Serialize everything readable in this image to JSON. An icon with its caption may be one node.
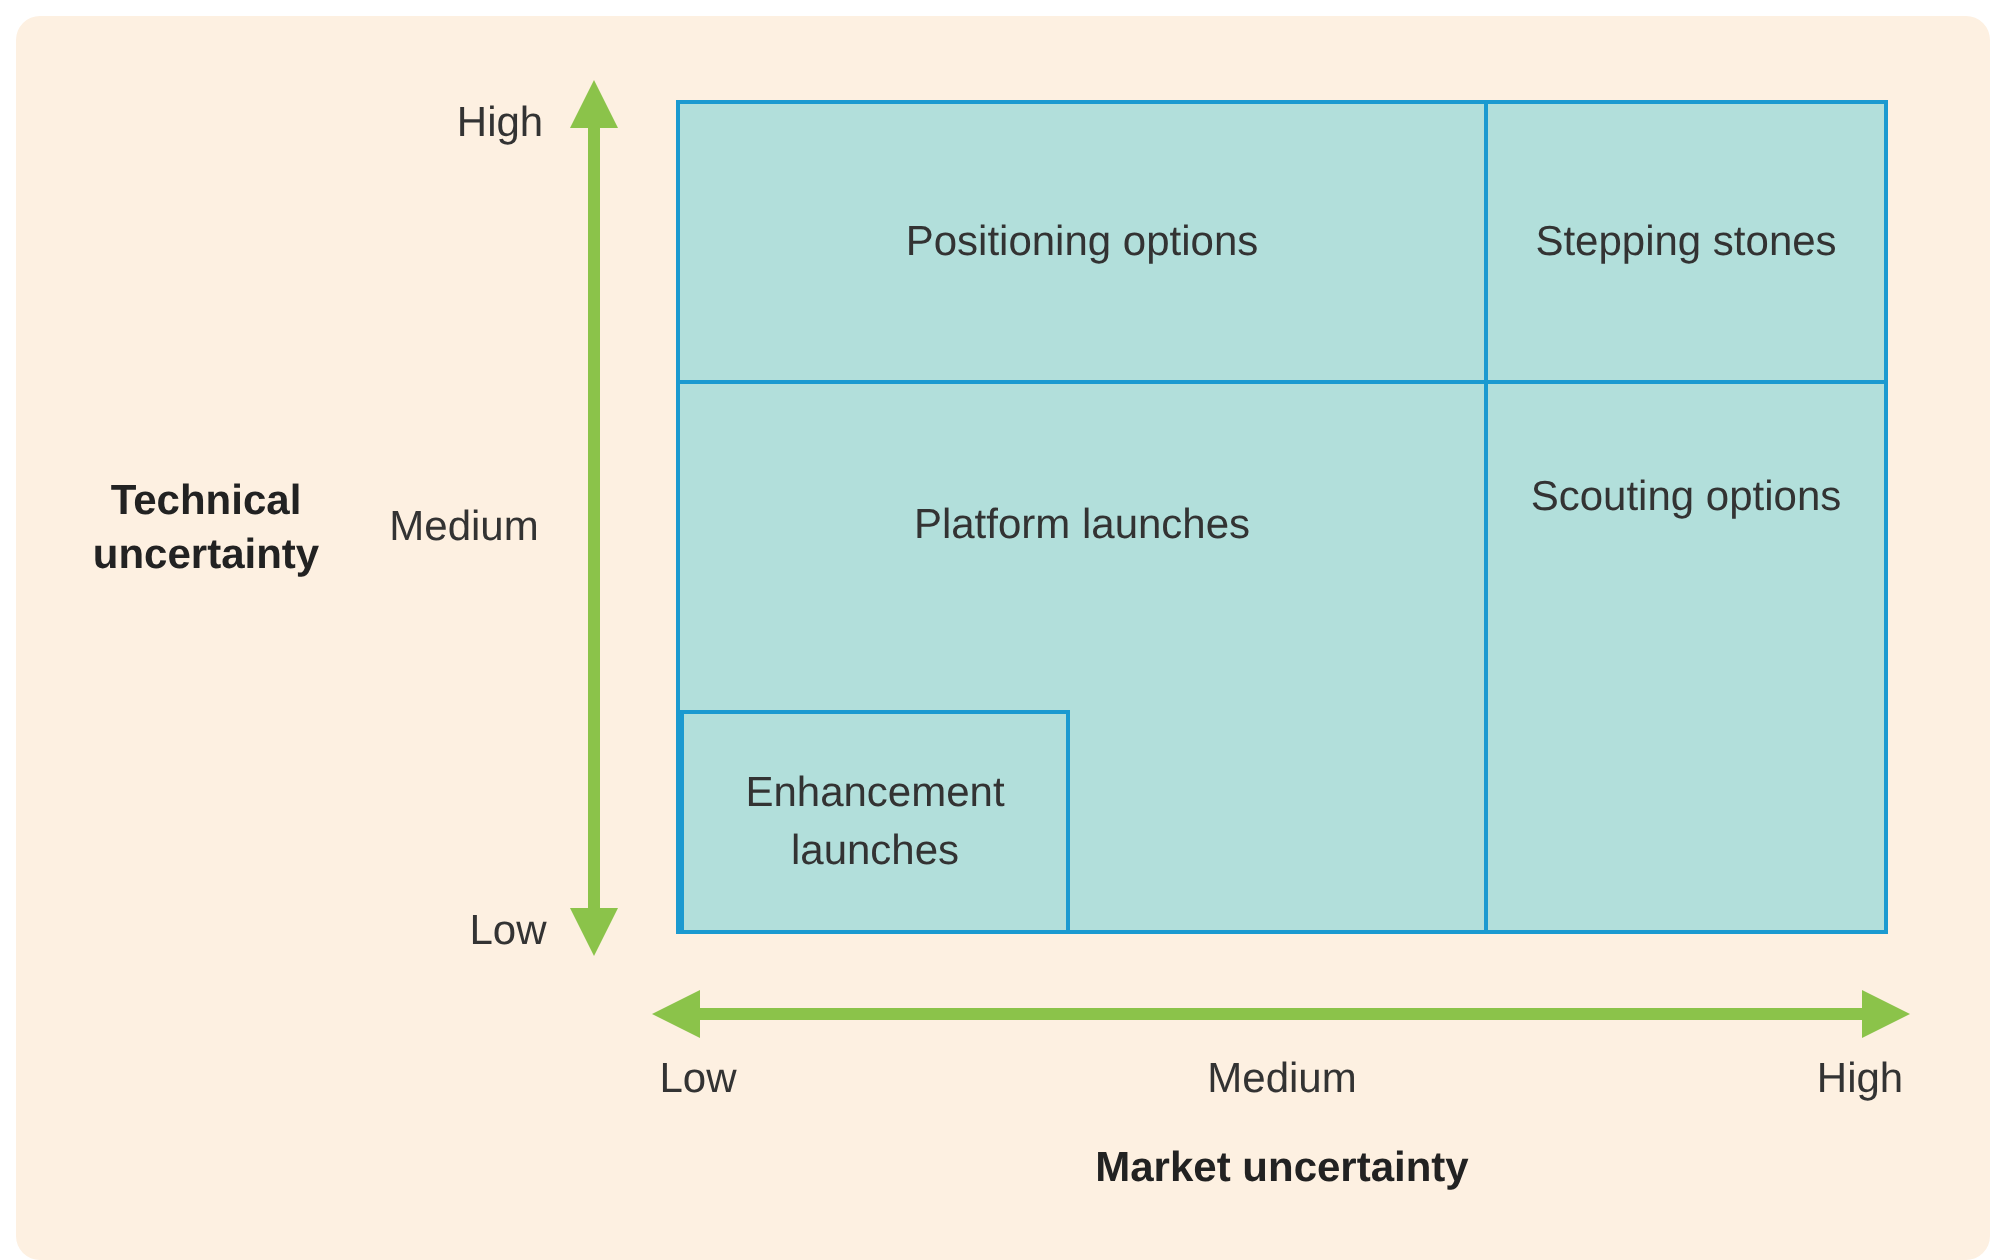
{
  "diagram": {
    "nodes": [
      {
        "text": [
          "Positioning options"
        ]
      },
      {
        "text": [
          "Stepping stones"
        ]
      },
      {
        "text": [
          "Platform launches"
        ]
      },
      {
        "text": [
          "Enhancement launches"
        ],
        "in": 2
      },
      {
        "text": [
          "Scouting options"
        ]
      }
    ],
    "edges": [],
    "labels": [
      "High",
      "Technical uncertainty",
      "Medium",
      "Low",
      "Low",
      "Medium",
      "High",
      "Market uncertainty"
    ]
  }
}
